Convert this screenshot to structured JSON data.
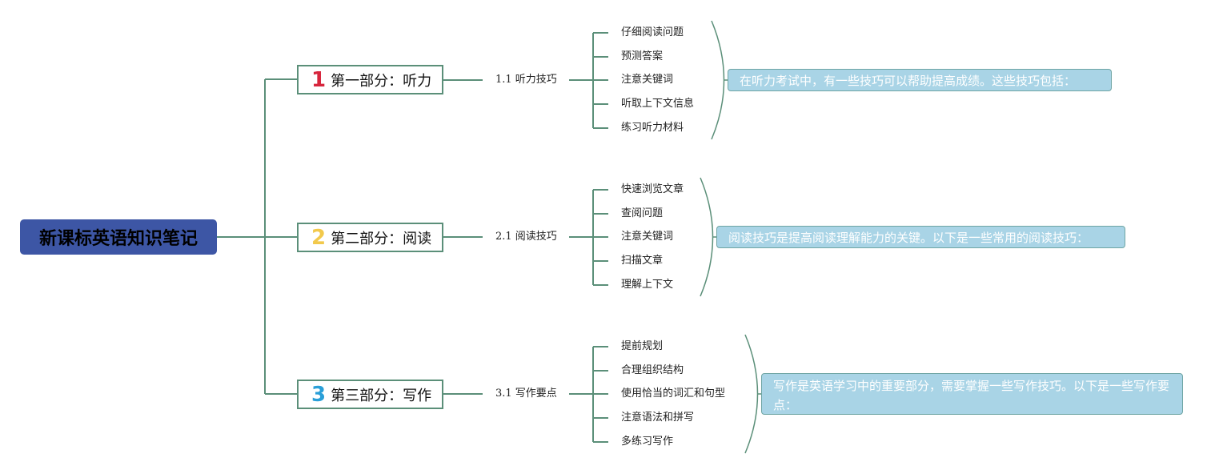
{
  "root": {
    "title": "新课标英语知识笔记"
  },
  "colors": {
    "root_bg": "#3d56a5",
    "connector": "#5b8f79",
    "note_bg": "#a9d4e6"
  },
  "parts": [
    {
      "number": "1",
      "number_color": "#d7263d",
      "label": "第一部分：听力",
      "section": "1.1 听力技巧",
      "items": [
        "仔细阅读问题",
        "预测答案",
        "注意关键词",
        "听取上下文信息",
        "练习听力材料"
      ],
      "note": "在听力考试中，有一些技巧可以帮助提高成绩。这些技巧包括："
    },
    {
      "number": "2",
      "number_color": "#f2c94c",
      "label": "第二部分：阅读",
      "section": "2.1 阅读技巧",
      "items": [
        "快速浏览文章",
        "查阅问题",
        "注意关键词",
        "扫描文章",
        "理解上下文"
      ],
      "note": "阅读技巧是提高阅读理解能力的关键。以下是一些常用的阅读技巧："
    },
    {
      "number": "3",
      "number_color": "#2a9fd8",
      "label": "第三部分：写作",
      "section": "3.1 写作要点",
      "items": [
        "提前规划",
        "合理组织结构",
        "使用恰当的词汇和句型",
        "注意语法和拼写",
        "多练习写作"
      ],
      "note": "写作是英语学习中的重要部分，需要掌握一些写作技巧。以下是一些写作要点："
    }
  ]
}
